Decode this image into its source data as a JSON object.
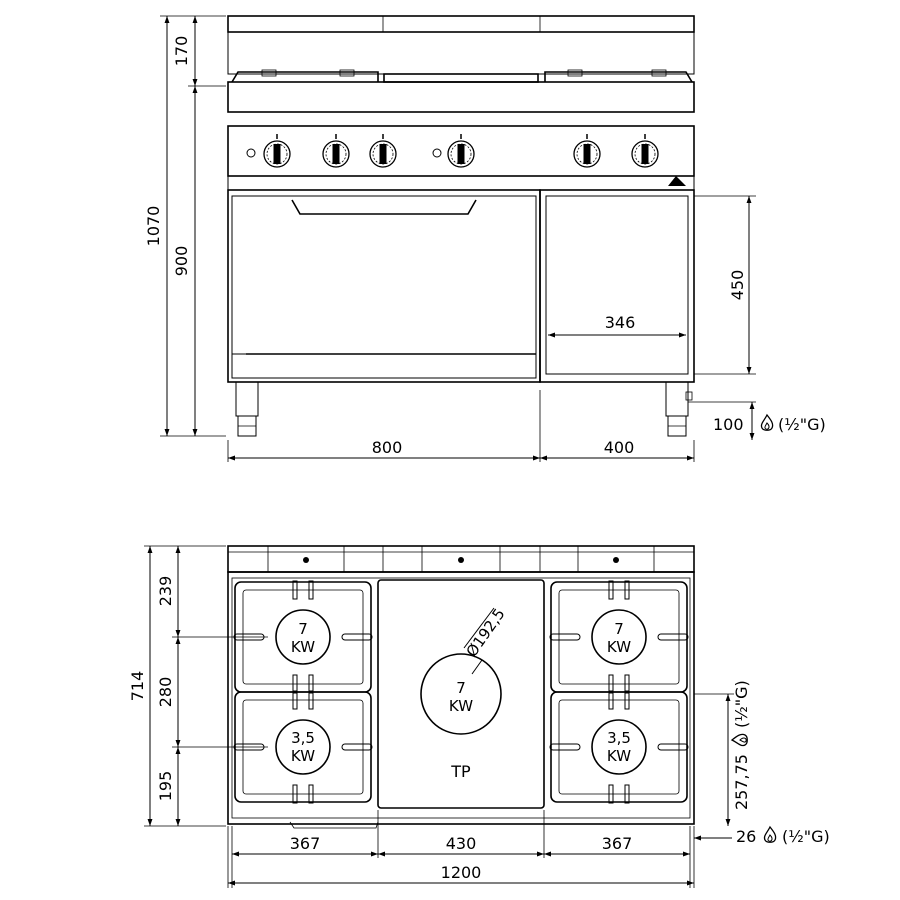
{
  "front_view": {
    "height_total": "1070",
    "height_body": "900",
    "height_top": "170",
    "cabinet_height": "450",
    "cabinet_width": "346",
    "leg_height": "100",
    "gas_connection": "(½\"G)",
    "width_oven": "800",
    "width_cabinet": "400"
  },
  "top_view": {
    "depth_total": "714",
    "depth_row1": "239",
    "depth_row2": "280",
    "depth_row3": "195",
    "width_left": "367",
    "width_center": "430",
    "width_right": "367",
    "width_total": "1200",
    "gas_side_offset": "257,75",
    "gas_side_connection": "(½\"G)",
    "gas_rear_offset": "26",
    "gas_rear_connection": "(½\"G)",
    "burners": [
      {
        "power": "7",
        "unit": "KW"
      },
      {
        "power": "3,5",
        "unit": "KW"
      },
      {
        "power": "7",
        "unit": "KW"
      },
      {
        "power": "3,5",
        "unit": "KW"
      }
    ],
    "plate_diameter": "Ø192,5",
    "plate_power": "7",
    "plate_unit": "KW",
    "plate_label": "TP"
  },
  "icons": [
    "gas-flame-icon"
  ]
}
